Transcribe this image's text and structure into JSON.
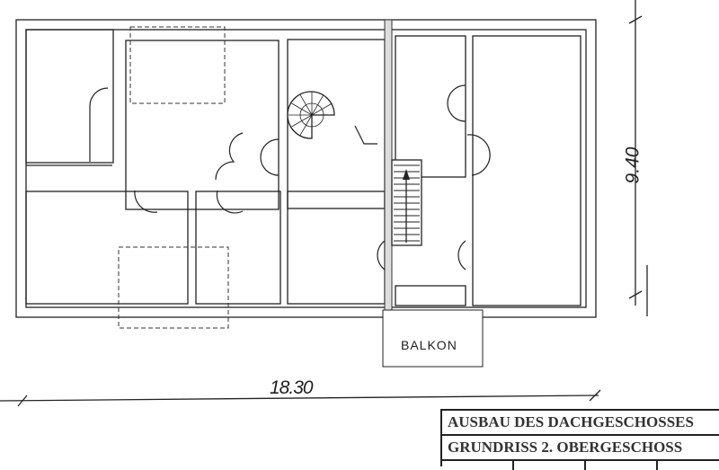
{
  "plan": {
    "width_dimension": "18.30",
    "height_dimension": "9.40",
    "balcony_label": "BALKON"
  },
  "title_block": {
    "line1": "AUSBAU DES DACHGESCHOSSES",
    "line2": "GRUNDRISS 2. OBERGESCHOSS"
  }
}
